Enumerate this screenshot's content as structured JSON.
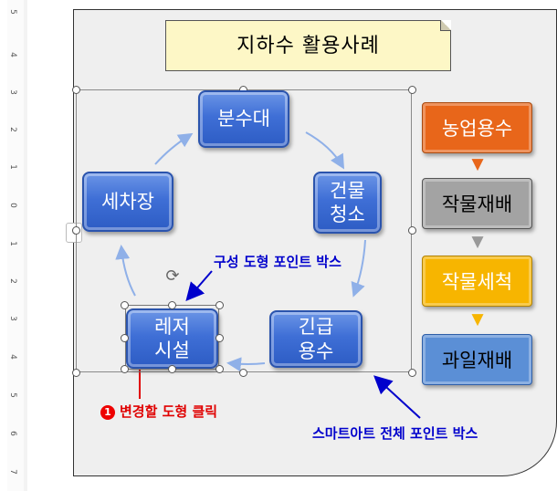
{
  "ruler": {
    "labels": [
      "5",
      "4",
      "3",
      "2",
      "1",
      "0",
      "1",
      "2",
      "3",
      "4",
      "5",
      "6",
      "7"
    ]
  },
  "slide": {
    "title": "지하수 활용사례",
    "collapse_icon": "‹"
  },
  "cycle": {
    "nodes": [
      "분수대",
      "건물\n청소",
      "긴급\n용수",
      "레저\n시설",
      "세차장"
    ],
    "rotate_icon": "rotate-handle-icon"
  },
  "side_flow": {
    "items": [
      {
        "label": "농업용수",
        "bg": "#e8661a",
        "text": "#ffffff"
      },
      {
        "label": "작물재배",
        "bg": "#a3a3a3",
        "text": "#000000"
      },
      {
        "label": "작물세척",
        "bg": "#f7b500",
        "text": "#ffffff"
      },
      {
        "label": "과일재배",
        "bg": "#5b8fd6",
        "text": "#000000"
      }
    ]
  },
  "annotations": {
    "shape_point_box": "구성 도형 포인트 박스",
    "step_number": "1",
    "click_shape": "변경할 도형 클릭",
    "smartart_box": "스마트아트 전체 포인트 박스"
  },
  "colors": {
    "annot_blue": "#0000cc",
    "annot_red": "#e00000"
  }
}
